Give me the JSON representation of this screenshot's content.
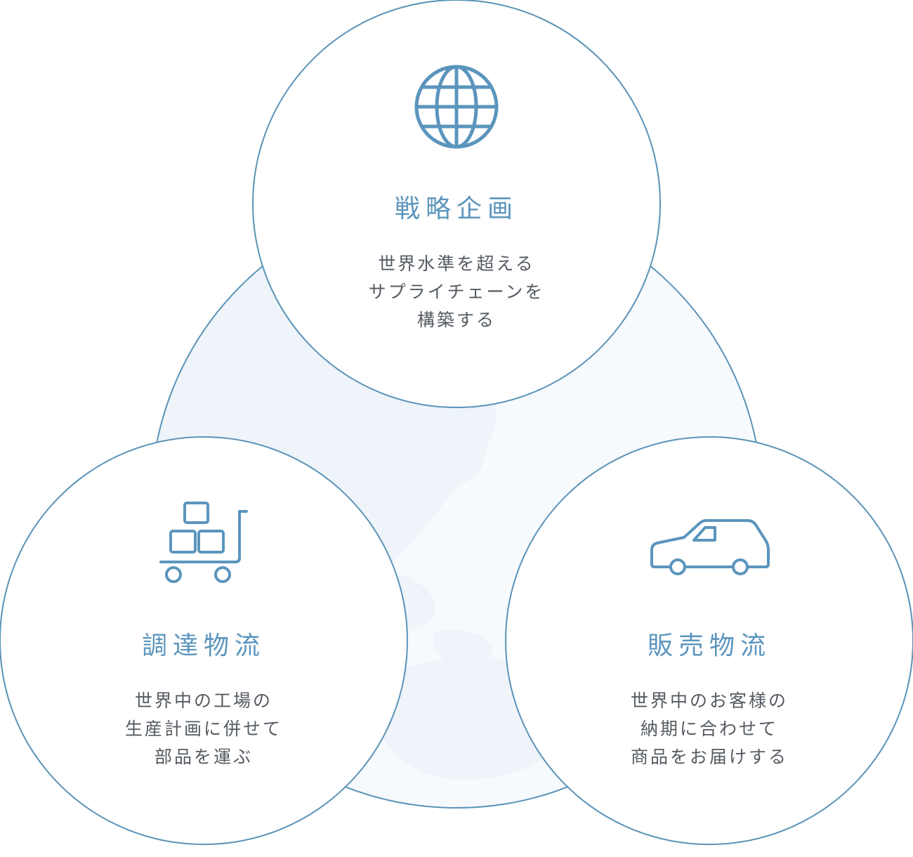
{
  "colors": {
    "accent": "#5b95bd",
    "ring": "#5b93b8",
    "text": "#555b62",
    "map": "#eef4f9"
  },
  "nodes": [
    {
      "id": "strategy",
      "icon": "globe-icon",
      "title": "戦略企画",
      "lines": [
        "世界水準を超える",
        "サプライチェーンを",
        "構築する"
      ]
    },
    {
      "id": "procurement",
      "icon": "cart-boxes-icon",
      "title": "調達物流",
      "lines": [
        "世界中の工場の",
        "生産計画に併せて",
        "部品を運ぶ"
      ]
    },
    {
      "id": "sales",
      "icon": "van-icon",
      "title": "販売物流",
      "lines": [
        "世界中のお客様の",
        "納期に合わせて",
        "商品をお届けする"
      ]
    }
  ]
}
